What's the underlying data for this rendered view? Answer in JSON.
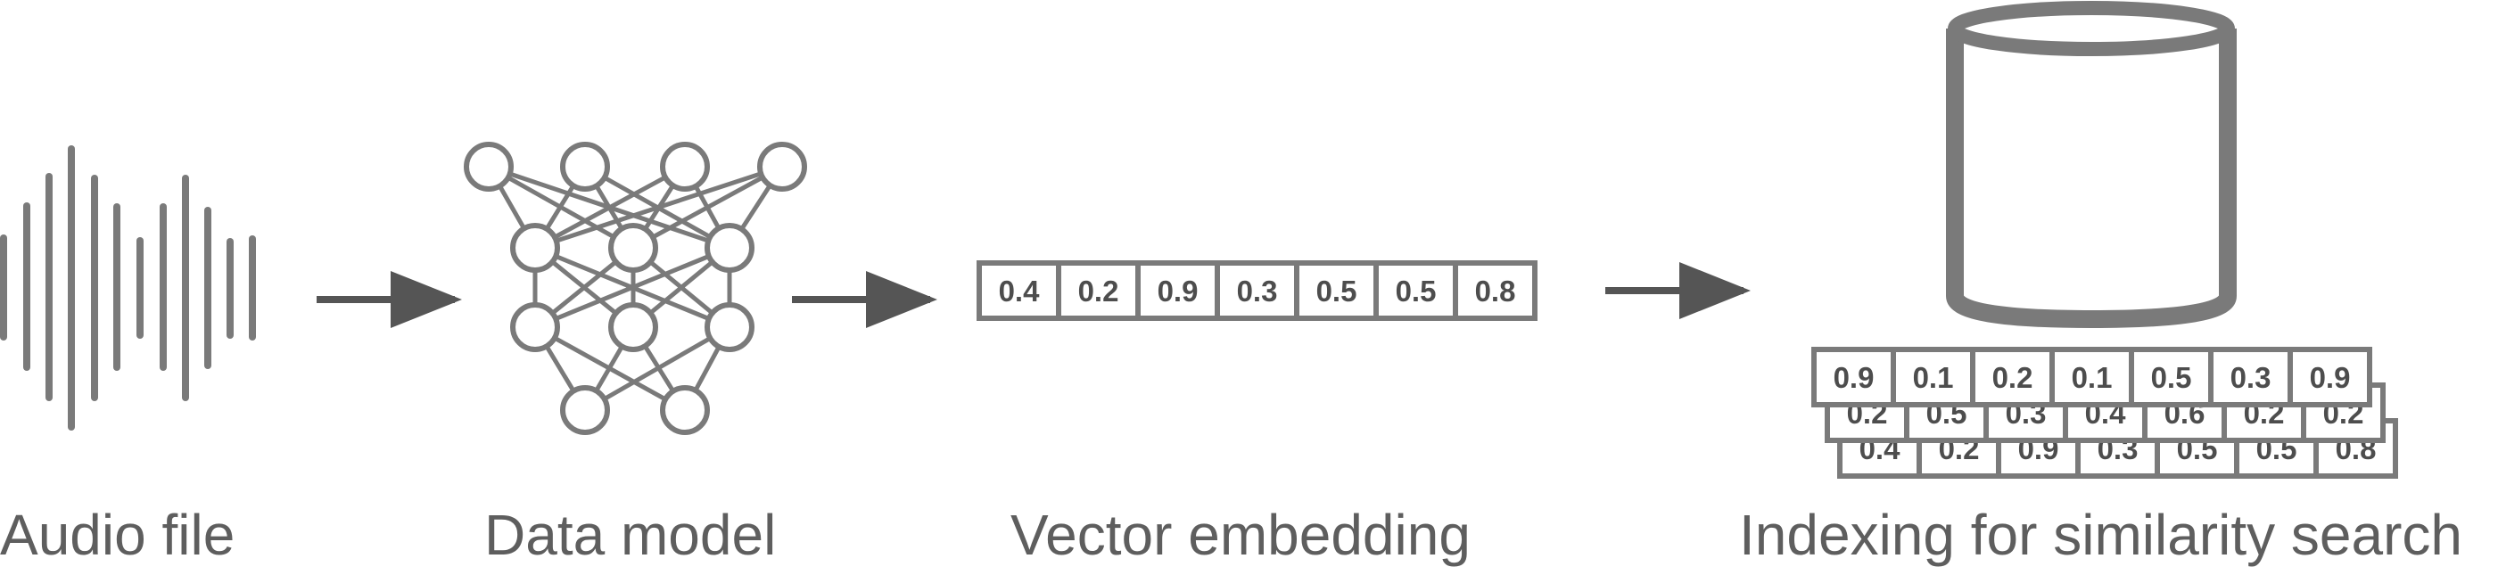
{
  "labels": {
    "audio": "Audio file",
    "model": "Data model",
    "vector": "Vector embedding",
    "index": "Indexing for similarity search"
  },
  "vector_embedding": [
    "0.4",
    "0.2",
    "0.9",
    "0.3",
    "0.5",
    "0.5",
    "0.8"
  ],
  "index_stack": [
    [
      "0.4",
      "0.2",
      "0.9",
      "0.3",
      "0.5",
      "0.5",
      "0.8"
    ],
    [
      "0.2",
      "0.5",
      "0.3",
      "0.4",
      "0.6",
      "0.2",
      "0.2"
    ],
    [
      "0.9",
      "0.1",
      "0.2",
      "0.1",
      "0.5",
      "0.3",
      "0.9"
    ]
  ],
  "colors": {
    "stroke": "#7a7a7a",
    "arrow": "#555555",
    "text": "#4d4d4d"
  }
}
